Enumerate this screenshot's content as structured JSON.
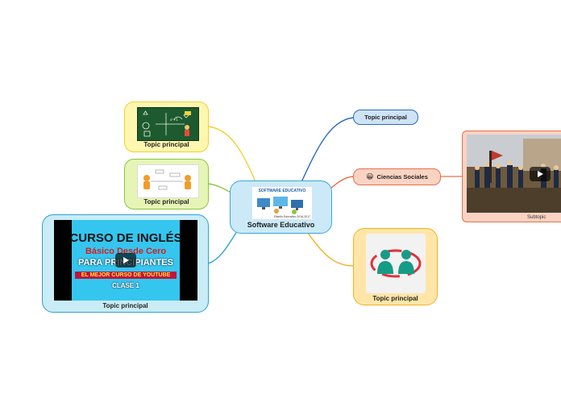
{
  "central": {
    "title": "Software Educativo",
    "image_caption": "SOFTWARE EDUCATIVO",
    "image_footer": "Diseño Educativo 2016-2017"
  },
  "topics": {
    "math": {
      "label": "Topic principal",
      "icon": "math-blackboard-image"
    },
    "concept": {
      "label": "Topic principal",
      "icon": "concept-diagram-image"
    },
    "video": {
      "label": "Topic principal",
      "line1": "CURSO DE INGLÉS",
      "line2": "Básico Desde Cero",
      "line3": "PARA PRINCIPIANTES",
      "line4": "EL MEJOR CURSO DE YOUTUBE",
      "line5": "CLASE 1"
    },
    "topic_right": {
      "label": "Topic principal"
    },
    "ciencias": {
      "label": "Ciencias Sociales",
      "emoji": "😀"
    },
    "people": {
      "label": "Topic principal",
      "icon": "two-people-icon"
    },
    "subtopic": {
      "label": "Subtopic",
      "icon": "history-painting-image"
    }
  },
  "colors": {
    "central_fill": "#cce9f7",
    "central_border": "#3aa8d8",
    "yellow_fill": "#fff7b0",
    "yellow_border": "#f5cf2c",
    "green_fill": "#e6f5b5",
    "green_border": "#8cc63f",
    "cyan_fill": "#c9ecf7",
    "cyan_border": "#2aa3cf",
    "blue_fill": "#cfe3f7",
    "blue_border": "#2a69c8",
    "salmon_fill": "#fbd3c3",
    "salmon_border": "#e8704a",
    "orange_fill": "#ffe6a8",
    "orange_border": "#f0b020"
  }
}
